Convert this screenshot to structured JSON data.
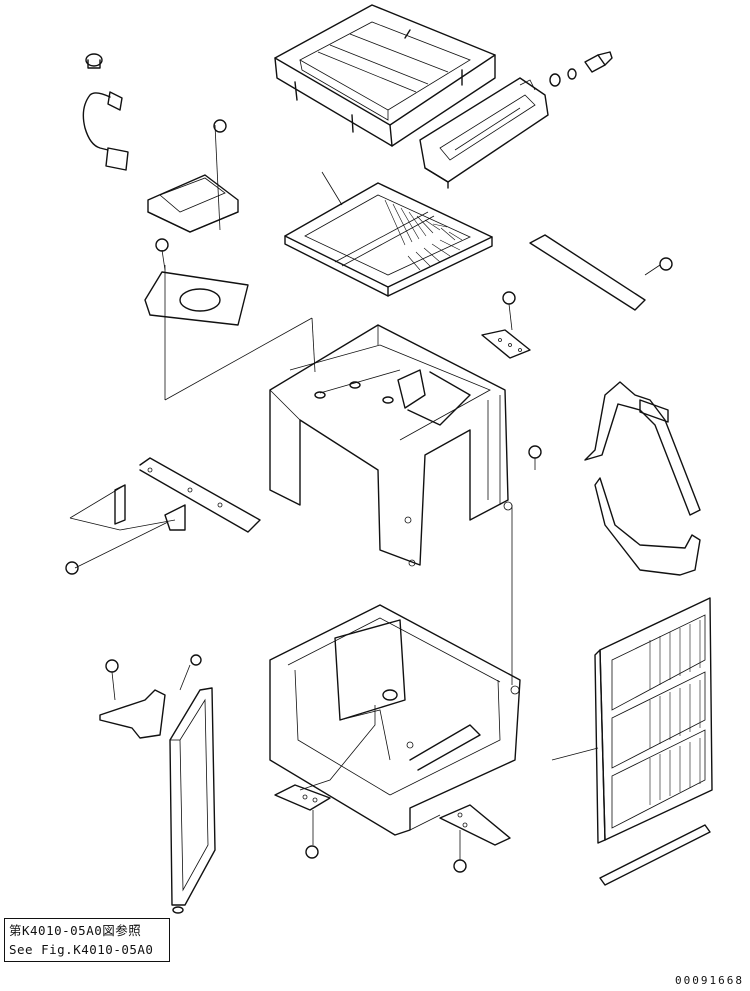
{
  "reference": {
    "line_jp": "第K4010-05A0図参照",
    "line_en": "See Fig.K4010-05A0"
  },
  "drawing_number": "00091668"
}
